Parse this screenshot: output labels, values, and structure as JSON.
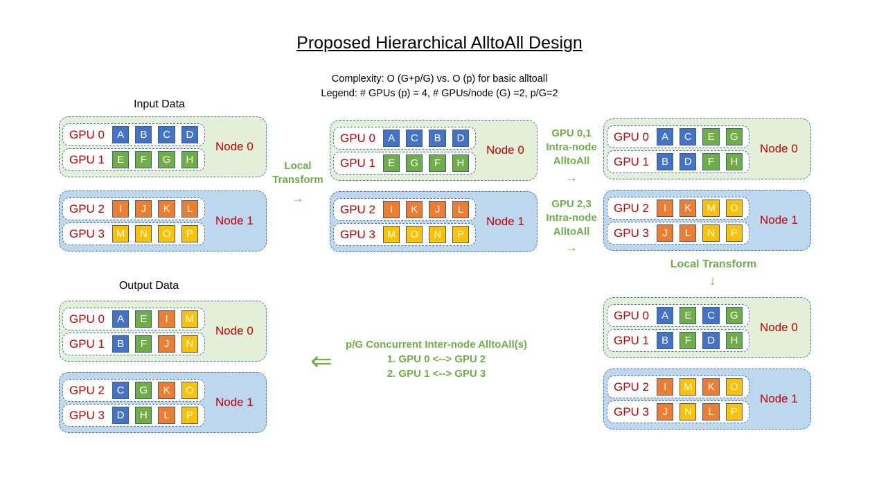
{
  "title": "Proposed Hierarchical AlltoAll Design",
  "complexity": "Complexity: O (G+p/G) vs. O (p) for basic alltoall",
  "legend": "Legend: # GPUs (p) = 4, # GPUs/node (G) =2, p/G=2",
  "input_label": "Input Data",
  "output_label": "Output Data",
  "colors": {
    "blue": "#4472c4",
    "green": "#70ad47",
    "orange": "#ed7d31",
    "yellow": "#ffc000",
    "red_text": "#c00000",
    "accent_green": "#70ad47"
  },
  "steps": {
    "local_transform_1": [
      "Local",
      "Transform"
    ],
    "intra_01": [
      "GPU 0,1",
      "Intra-node",
      "AlltoAll"
    ],
    "intra_23": [
      "GPU 2,3",
      "Intra-node",
      "AlltoAll"
    ],
    "local_transform_2": "Local Transform",
    "inter_node": [
      "p/G Concurrent Inter-node AlltoAll(s)",
      "1. GPU 0 <--> GPU 2",
      "2. GPU 1 <--> GPU 3"
    ],
    "arrow_right": "→",
    "arrow_down": "↓",
    "arrow_left": "⇐"
  },
  "node_labels": [
    "Node 0",
    "Node 1"
  ],
  "gpu_labels": [
    "GPU 0",
    "GPU 1",
    "GPU 2",
    "GPU 3"
  ],
  "stages": {
    "input": [
      [
        "A",
        "B",
        "C",
        "D"
      ],
      [
        "E",
        "F",
        "G",
        "H"
      ],
      [
        "I",
        "J",
        "K",
        "L"
      ],
      [
        "M",
        "N",
        "O",
        "P"
      ]
    ],
    "after_local": [
      [
        "A",
        "C",
        "B",
        "D"
      ],
      [
        "E",
        "G",
        "F",
        "H"
      ],
      [
        "I",
        "K",
        "J",
        "L"
      ],
      [
        "M",
        "O",
        "N",
        "P"
      ]
    ],
    "after_intra": [
      [
        "A",
        "C",
        "E",
        "G"
      ],
      [
        "B",
        "D",
        "F",
        "H"
      ],
      [
        "I",
        "K",
        "M",
        "O"
      ],
      [
        "J",
        "L",
        "N",
        "P"
      ]
    ],
    "after_local2": [
      [
        "A",
        "E",
        "C",
        "G"
      ],
      [
        "B",
        "F",
        "D",
        "H"
      ],
      [
        "I",
        "M",
        "K",
        "O"
      ],
      [
        "J",
        "N",
        "L",
        "P"
      ]
    ],
    "output": [
      [
        "A",
        "E",
        "I",
        "M"
      ],
      [
        "B",
        "F",
        "J",
        "N"
      ],
      [
        "C",
        "G",
        "K",
        "O"
      ],
      [
        "D",
        "H",
        "L",
        "P"
      ]
    ]
  }
}
